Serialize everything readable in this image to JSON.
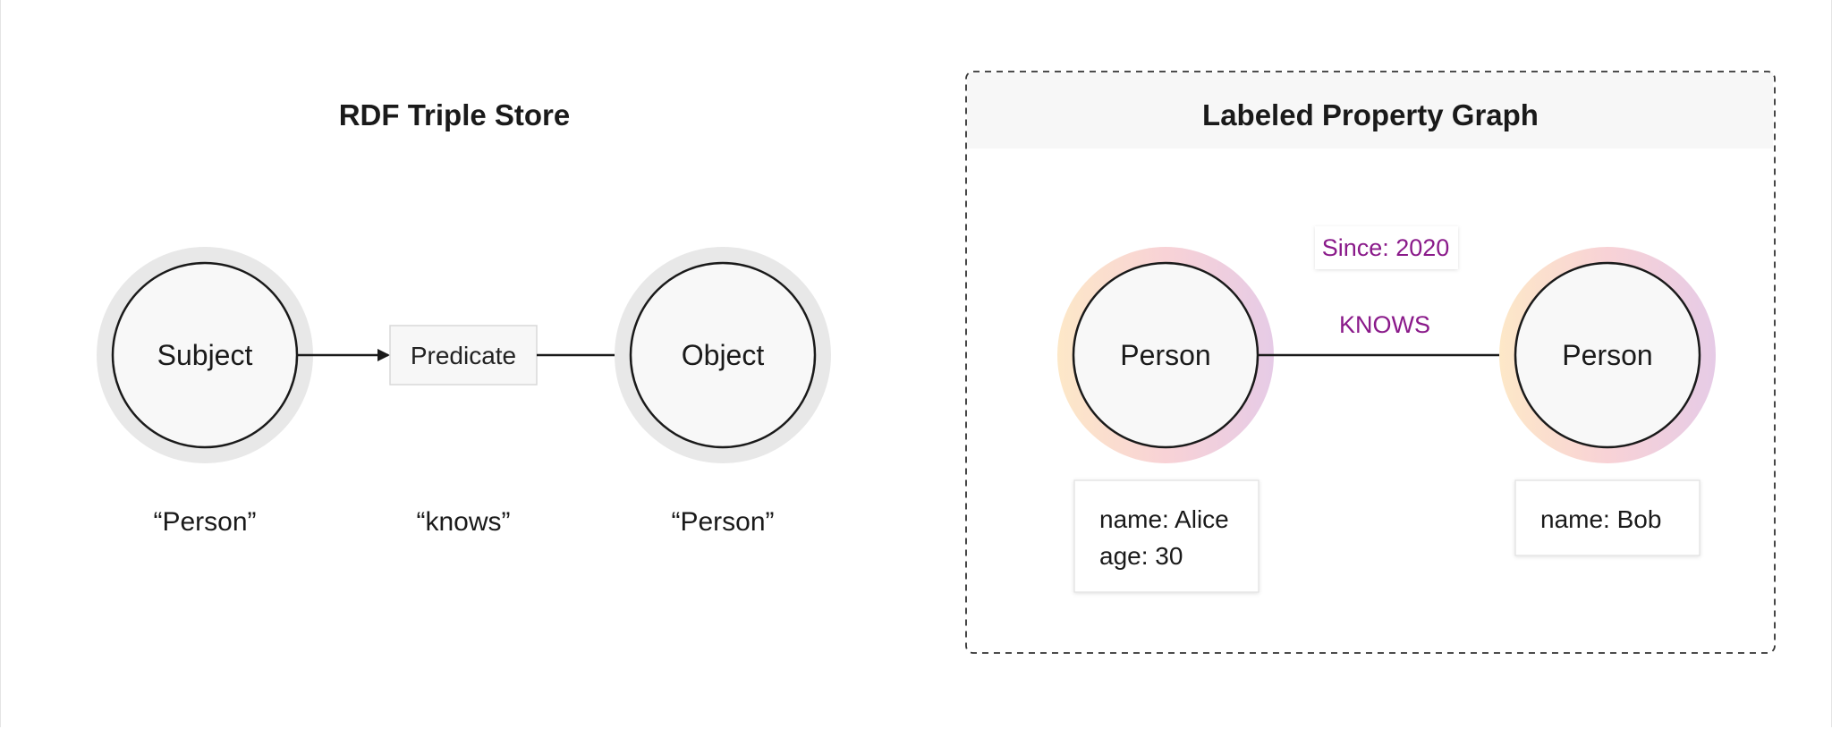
{
  "rdf": {
    "title": "RDF Triple Store",
    "subject": "Subject",
    "predicate": "Predicate",
    "object": "Object",
    "subject_value": "“Person”",
    "predicate_value": "“knows”",
    "object_value": "“Person”"
  },
  "lpg": {
    "title": "Labeled Property Graph",
    "node_a": "Person",
    "node_b": "Person",
    "edge_label": "KNOWS",
    "edge_property": "Since: 2020",
    "node_a_props": [
      "name: Alice",
      "age: 30"
    ],
    "node_b_props": [
      "name: Bob"
    ]
  },
  "colors": {
    "rdf_halo": "#e8e8e8",
    "node_fill": "#f8f8f8",
    "stroke": "#1a1a1a",
    "edge_text": "#8a1a8a",
    "lpg_header": "#f7f7f7",
    "halo_orange": "#fde8c8",
    "halo_pink": "#f8d2d6",
    "halo_purple": "#e6cbe6"
  }
}
